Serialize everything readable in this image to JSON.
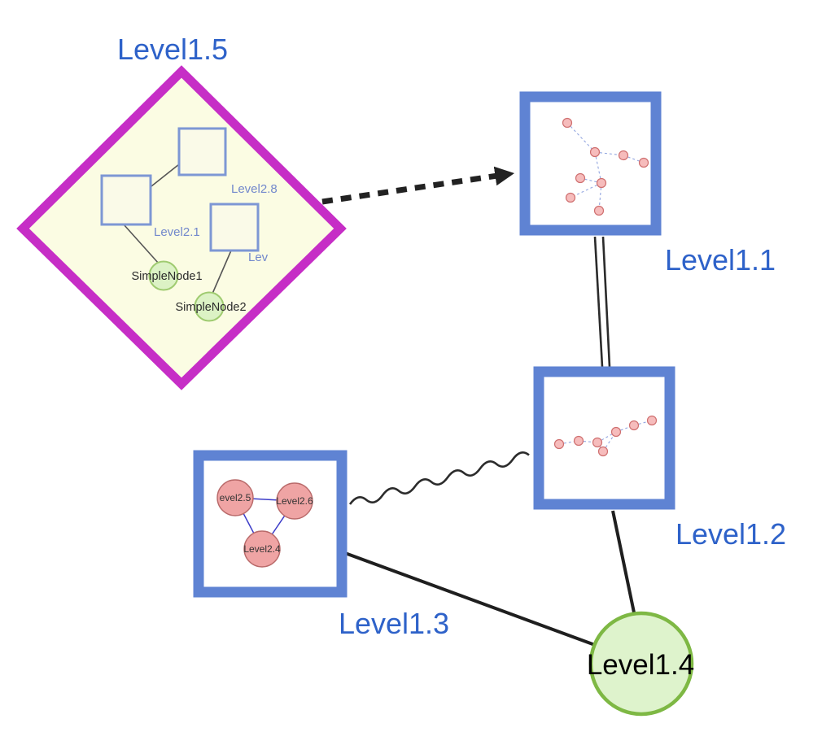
{
  "diagram": {
    "type": "nested-graph",
    "nodes": {
      "level15": {
        "label": "Level1.5",
        "shape": "diamond-group",
        "border_color": "#c62ec6",
        "fill": "#fbfce3"
      },
      "level11": {
        "label": "Level1.1",
        "shape": "square",
        "border_color": "#5f83d3",
        "fill": "#ffffff"
      },
      "level12": {
        "label": "Level1.2",
        "shape": "square",
        "border_color": "#5f83d3",
        "fill": "#ffffff"
      },
      "level13": {
        "label": "Level1.3",
        "shape": "square",
        "border_color": "#5f83d3",
        "fill": "#ffffff"
      },
      "level14": {
        "label": "Level1.4",
        "shape": "circle",
        "border_color": "#7eb844",
        "fill": "#def3cc"
      }
    },
    "level15_children": {
      "level28": {
        "label": "Level2.8",
        "shape": "square"
      },
      "level21": {
        "label": "Level2.1",
        "shape": "square"
      },
      "lev": {
        "label": "Lev",
        "shape": "square"
      },
      "simplenode1": {
        "label": "SimpleNode1",
        "shape": "circle"
      },
      "simplenode2": {
        "label": "SimpleNode2",
        "shape": "circle"
      }
    },
    "level13_children": {
      "level25": {
        "label": "evel2.5"
      },
      "level26": {
        "label": "Level2.6"
      },
      "level24": {
        "label": "Level2.4"
      }
    },
    "edges": [
      {
        "from": "Level1.5",
        "to": "Level1.1",
        "style": "thick-dashed-arrow"
      },
      {
        "from": "Level1.1",
        "to": "Level1.2",
        "style": "double-parallel-line"
      },
      {
        "from": "Level1.3",
        "to": "Level1.2",
        "style": "wavy"
      },
      {
        "from": "Level1.3",
        "to": "Level1.4",
        "style": "solid"
      },
      {
        "from": "Level1.2",
        "to": "Level1.4",
        "style": "solid"
      }
    ],
    "colors": {
      "label_blue": "#2e62c9",
      "node_border_blue": "#5f83d3",
      "diamond_magenta": "#c62ec6",
      "diamond_fill_yellow": "#fbfce3",
      "green_fill": "#def3cc",
      "green_border": "#7eb844",
      "mini_node_fill": "#f6bcbc",
      "mini_node_border": "#cf6f6f",
      "edge_black": "#222222",
      "inner_edge_blue": "#3c3cc8"
    }
  }
}
